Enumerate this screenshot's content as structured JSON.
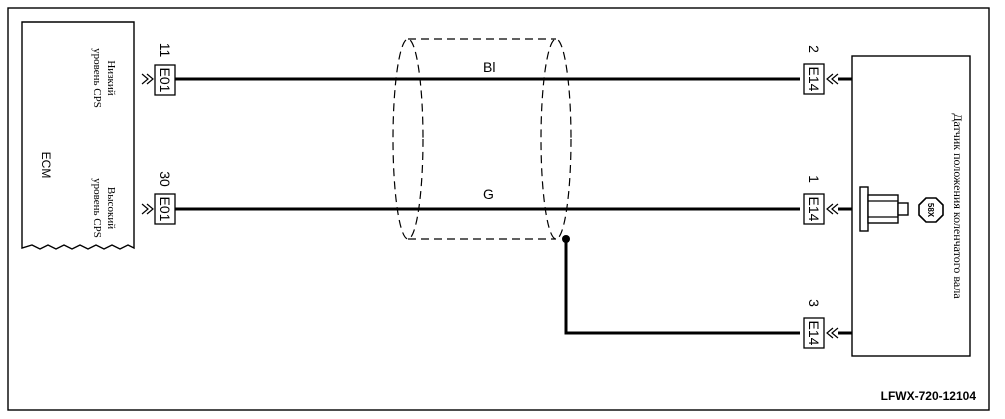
{
  "ecm": {
    "label": "ECM",
    "pins": [
      {
        "pin": "11",
        "connector": "E01",
        "signal_line1": "Низкий",
        "signal_line2": "уровень CPS"
      },
      {
        "pin": "30",
        "connector": "E01",
        "signal_line1": "Высокий",
        "signal_line2": "уровень CPS"
      }
    ]
  },
  "sensor": {
    "label_line1": "Датчик положения коленчатого вала",
    "badge": "58X",
    "pins": [
      {
        "pin": "2",
        "connector": "E14"
      },
      {
        "pin": "1",
        "connector": "E14"
      },
      {
        "pin": "3",
        "connector": "E14"
      }
    ]
  },
  "wires": [
    {
      "color_code": "Bl"
    },
    {
      "color_code": "G"
    }
  ],
  "diagram_id": "LFWX-720-12104"
}
